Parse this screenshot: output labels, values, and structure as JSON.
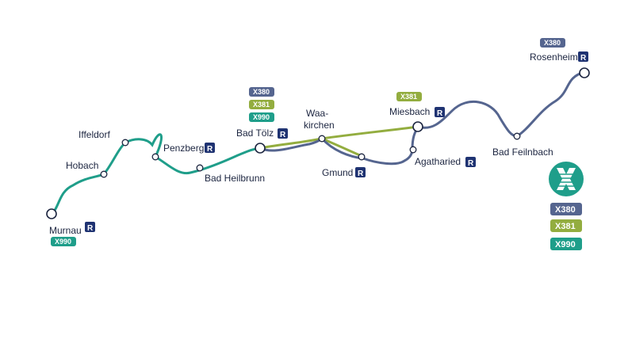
{
  "colors": {
    "x380": "#55658f",
    "x381": "#93ad3f",
    "x990": "#1f9e8a",
    "regional_badge": "#1f3372",
    "text": "#1c2540"
  },
  "lines": [
    "X380",
    "X381",
    "X990"
  ],
  "regional_symbol": "R",
  "stations": {
    "murnau": "Murnau",
    "hobach": "Hobach",
    "iffeldorf": "Iffeldorf",
    "penzberg": "Penzberg",
    "bad_heilbrunn": "Bad Heilbrunn",
    "bad_toelz": "Bad Tölz",
    "waakirchen_1": "Waa-",
    "waakirchen_2": "kirchen",
    "gmund": "Gmund",
    "miesbach": "Miesbach",
    "agatharied": "Agatharied",
    "bad_feilnbach": "Bad Feilnbach",
    "rosenheim": "Rosenheim"
  },
  "terminus_badges": {
    "murnau": [
      "X990"
    ],
    "bad_toelz": [
      "X380",
      "X381",
      "X990"
    ],
    "miesbach": [
      "X381"
    ],
    "rosenheim": [
      "X380"
    ]
  },
  "legend": {
    "logo": "express-bus-logo",
    "items": [
      "X380",
      "X381",
      "X990"
    ]
  }
}
